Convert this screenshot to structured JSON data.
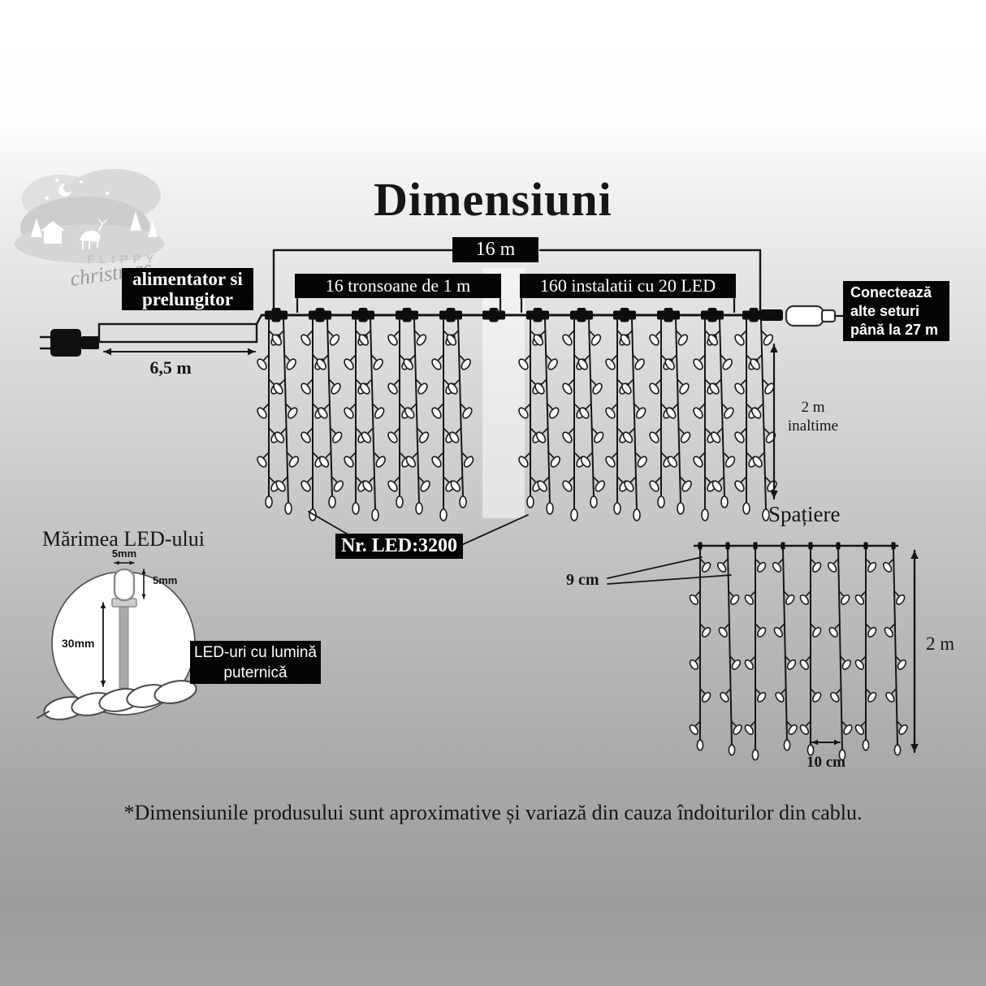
{
  "title": "Dimensiuni",
  "logo": {
    "name": "FLIPPY",
    "script": "christmas"
  },
  "colors": {
    "ink": "#161616",
    "box_bg": "#050505",
    "box_text": "#ffffff"
  },
  "dims": {
    "total_length": "16 m",
    "sections": "16 tronsoane de 1 m",
    "installations": "160 instalatii cu 20 LED",
    "cable_length": "6,5 m",
    "height_value": "2 m",
    "height_caption": "inaltime"
  },
  "power": {
    "line1": "alimentator si",
    "line2": "prelungitor"
  },
  "connect": {
    "line1": "Conectează",
    "line2": "alte seturi",
    "line3": "până la 27 m"
  },
  "led": {
    "total": "Nr. LED:3200",
    "size_title": "Mărimea LED-ului",
    "width": "5mm",
    "cap_height": "5mm",
    "length": "30mm",
    "light_line1": "LED-uri cu lumină",
    "light_line2": "puternică"
  },
  "spacing": {
    "title": "Spațiere",
    "strand_gap": "9 cm",
    "height": "2 m",
    "led_gap": "10 cm"
  },
  "footer": "*Dimensiunile produsului sunt aproximative și variază din cauza îndoiturilor din cablu."
}
